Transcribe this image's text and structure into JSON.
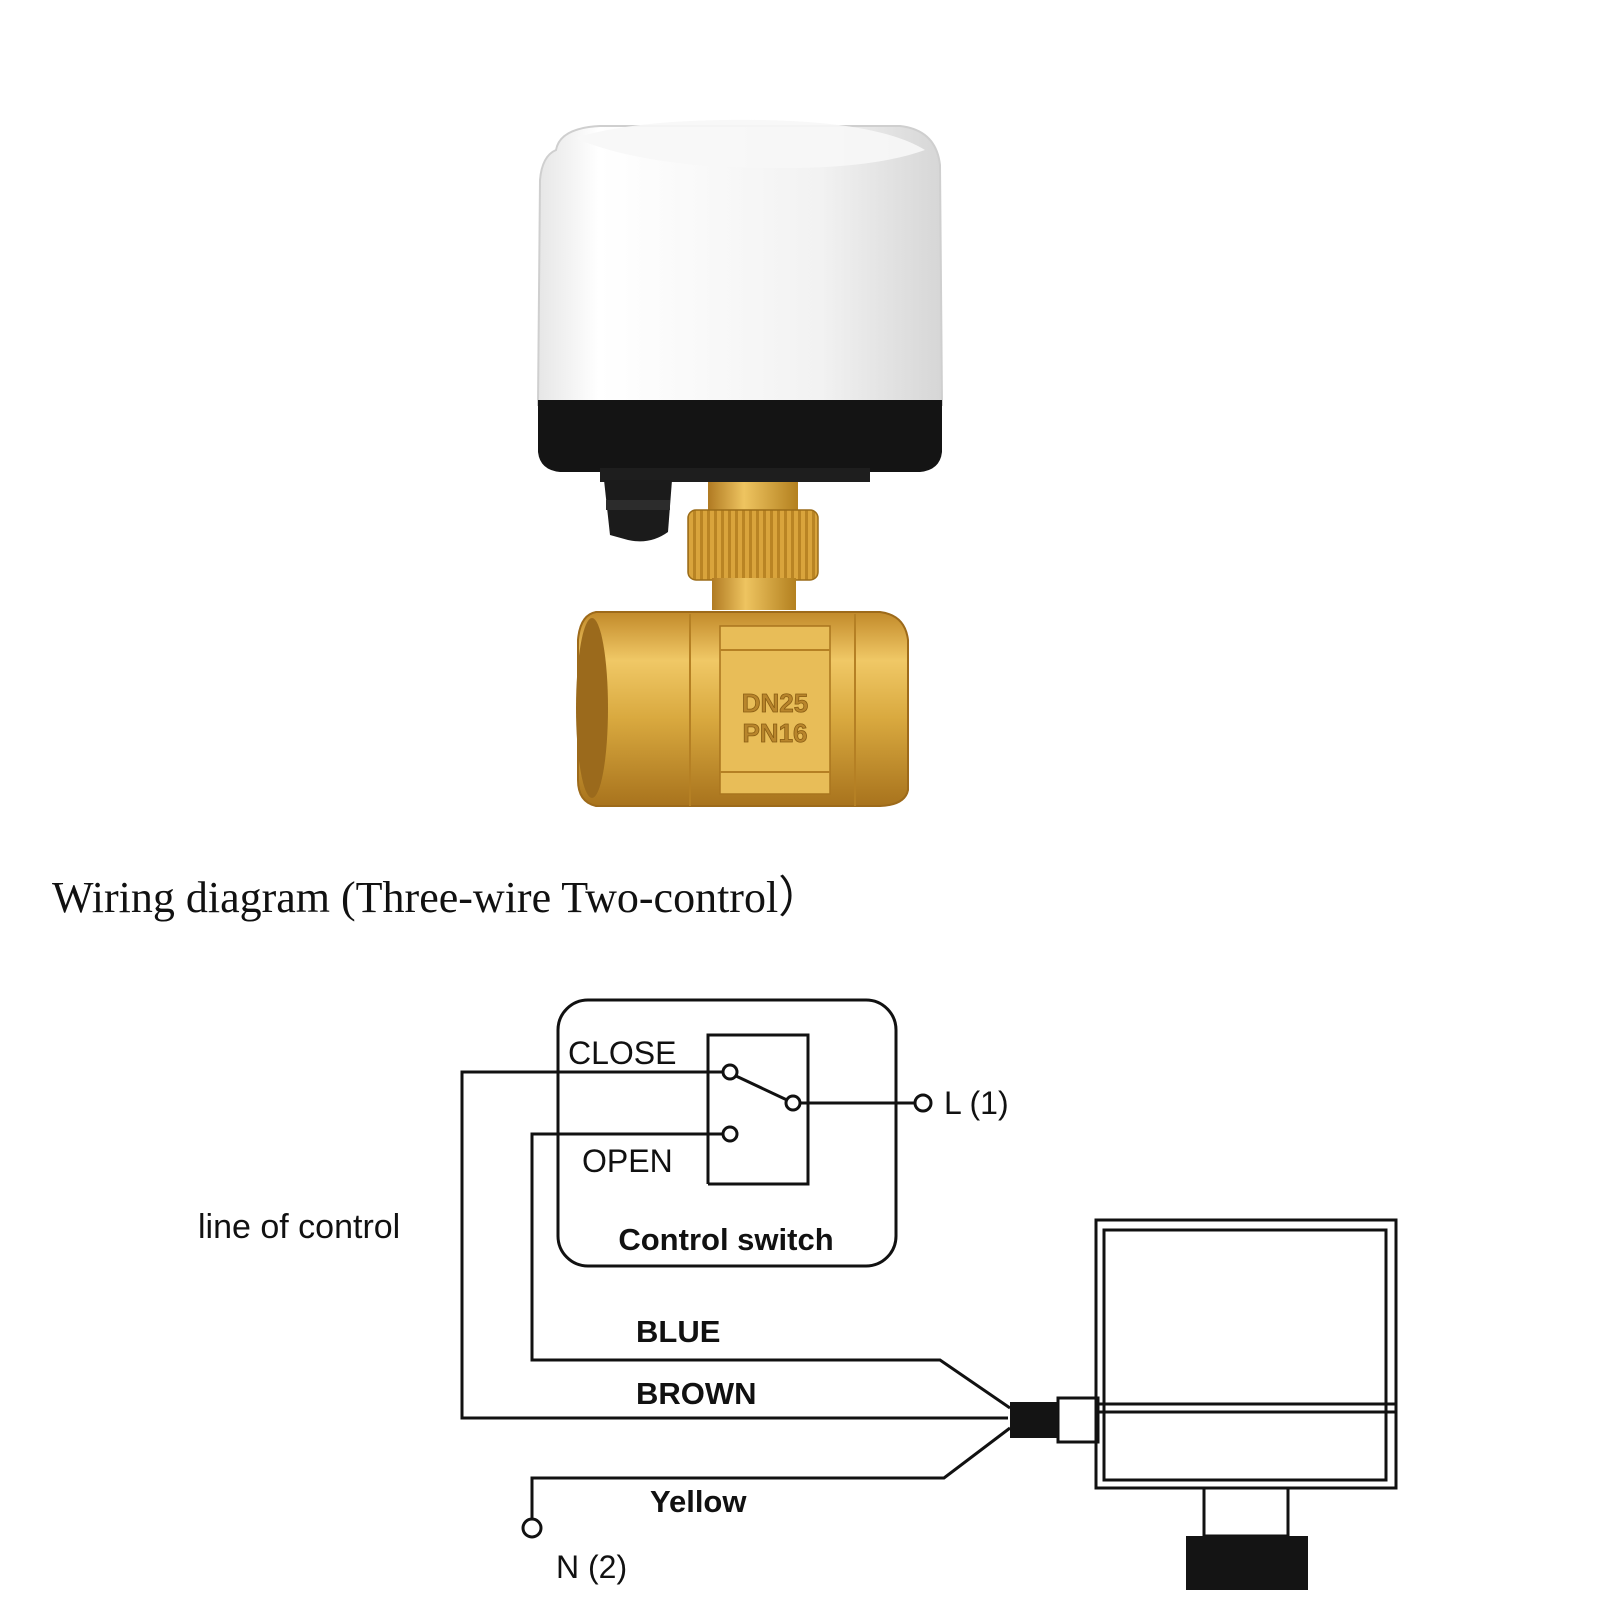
{
  "photo": {
    "valve_marking_line1": "DN25",
    "valve_marking_line2": "PN16"
  },
  "diagram": {
    "title": "Wiring diagram (Three-wire Two-control）",
    "line_of_control": "line of control",
    "switch_close": "CLOSE",
    "switch_open": "OPEN",
    "switch_name": "Control switch",
    "live_terminal": "L (1)",
    "neutral_terminal": "N (2)",
    "wire_blue": "BLUE",
    "wire_brown": "BROWN",
    "wire_yellow": "Yellow"
  },
  "colors": {
    "brass": "#d9a93f",
    "actuator_white": "#f4f4f4",
    "actuator_black": "#141414",
    "line": "#111111"
  }
}
